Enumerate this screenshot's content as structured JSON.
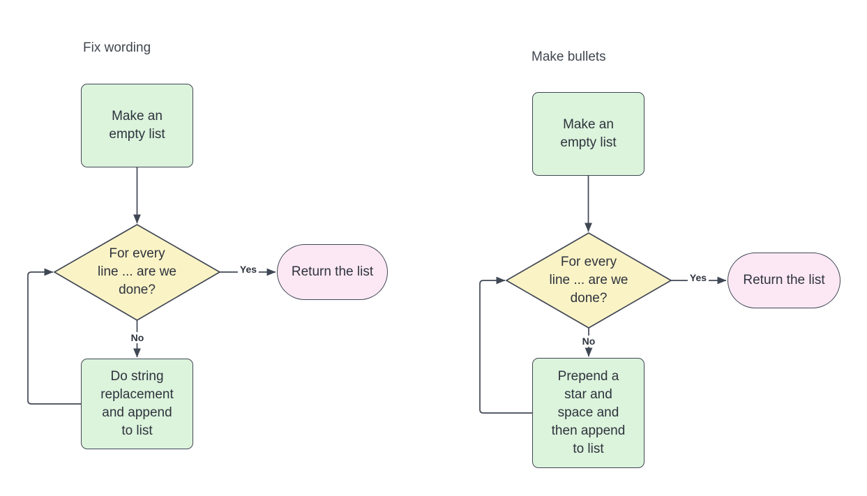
{
  "canvas": {
    "background": "#ffffff"
  },
  "colors": {
    "process_fill": "#dcf3dc",
    "decision_fill": "#faf3c6",
    "terminator_fill": "#fce8f4",
    "stroke": "#404754",
    "text": "#2e333d",
    "title_text": "#41464f"
  },
  "flowcharts": [
    {
      "title": "Fix wording",
      "start": "Make an\nempty list",
      "decision": "For every\nline ... are we\ndone?",
      "yes_label": "Yes",
      "no_label": "No",
      "terminator": "Return the list",
      "process": "Do string\nreplacement\nand append\nto list"
    },
    {
      "title": "Make bullets",
      "start": "Make an\nempty list",
      "decision": "For every\nline ... are we\ndone?",
      "yes_label": "Yes",
      "no_label": "No",
      "terminator": "Return the list",
      "process": "Prepend a\nstar and\nspace and\nthen append\nto list"
    }
  ]
}
